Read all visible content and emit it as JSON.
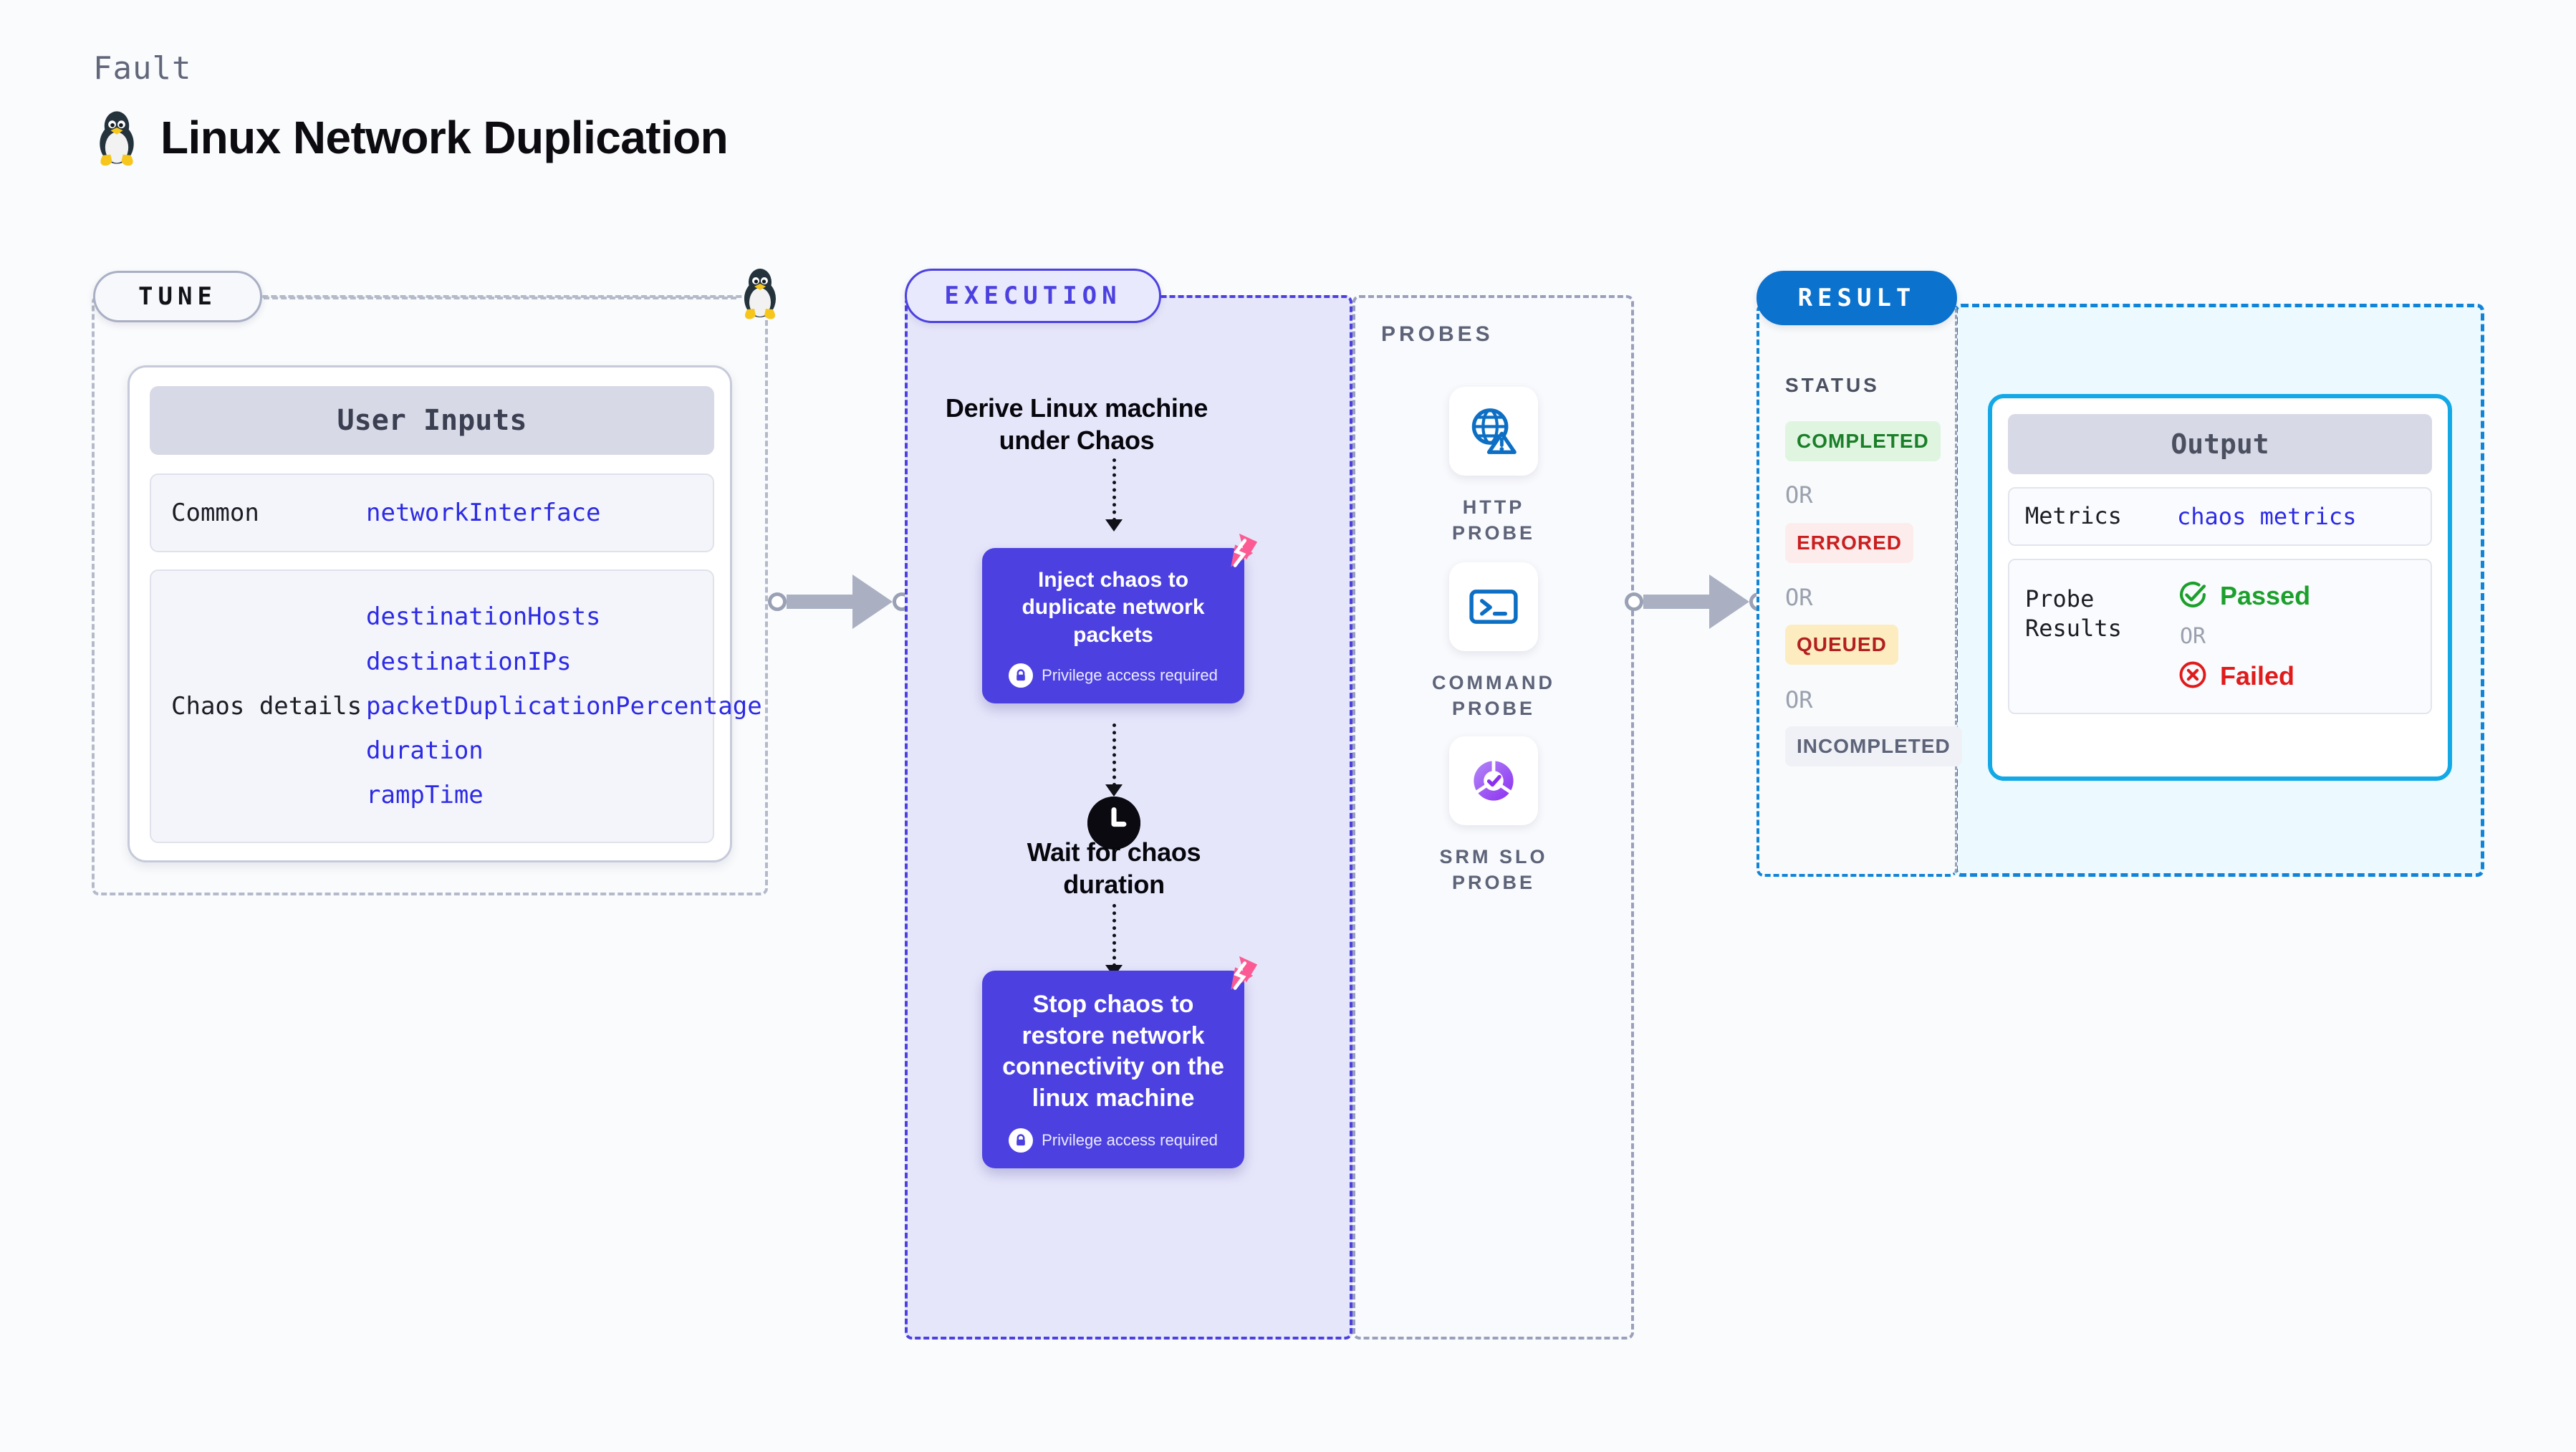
{
  "header": {
    "kicker": "Fault",
    "title": "Linux Network Duplication",
    "icon": "linux-tux-icon"
  },
  "tune": {
    "badge": "TUNE",
    "corner_icon": "linux-tux-icon",
    "card_header": "User Inputs",
    "rows": [
      {
        "label": "Common",
        "values": [
          "networkInterface"
        ]
      },
      {
        "label": "Chaos details",
        "values": [
          "destinationHosts",
          "destinationIPs",
          "packetDuplicationPercentage",
          "duration",
          "rampTime"
        ]
      }
    ]
  },
  "execution": {
    "badge": "EXECUTION",
    "nodes": [
      {
        "type": "text",
        "text": "Derive Linux machine under Chaos"
      },
      {
        "type": "card",
        "text": "Inject chaos to duplicate network packets",
        "privilege": "Privilege access required",
        "badge_icon": "harness-logo-icon",
        "lock_icon": "lock-icon"
      },
      {
        "type": "clock",
        "icon": "clock-icon",
        "text": "Wait for chaos duration"
      },
      {
        "type": "card",
        "text": "Stop chaos to restore network connectivity on the linux machine",
        "privilege": "Privilege access required",
        "badge_icon": "harness-logo-icon",
        "lock_icon": "lock-icon"
      }
    ]
  },
  "probes": {
    "title": "PROBES",
    "items": [
      {
        "label": "HTTP PROBE",
        "icon": "globe-warning-icon"
      },
      {
        "label": "COMMAND PROBE",
        "icon": "terminal-icon"
      },
      {
        "label": "SRM SLO PROBE",
        "icon": "slo-donut-check-icon"
      }
    ]
  },
  "result": {
    "badge": "RESULT",
    "status_title": "STATUS",
    "or_label": "OR",
    "statuses": [
      {
        "label": "COMPLETED",
        "fg": "#1a7f28",
        "bg": "#dff5e0"
      },
      {
        "label": "ERRORED",
        "fg": "#c91f1f",
        "bg": "#fdecec"
      },
      {
        "label": "QUEUED",
        "fg": "#b21f1f",
        "bg": "#fdecc0"
      },
      {
        "label": "INCOMPLETED",
        "fg": "#5d6378",
        "bg": "#eff1f6"
      }
    ],
    "output": {
      "header": "Output",
      "metrics_label": "Metrics",
      "metrics_value": "chaos metrics",
      "probe_label": "Probe Results",
      "passed": {
        "text": "Passed",
        "color": "#1ca02c",
        "icon": "check-circle-icon"
      },
      "or_label": "OR",
      "failed": {
        "text": "Failed",
        "color": "#e01b1b",
        "icon": "x-circle-icon"
      }
    }
  },
  "colors": {
    "background": "#fafbfd",
    "purple": "#4c41e0",
    "purple_fill": "#e6e6fb",
    "blue": "#0b72ce",
    "cyan": "#13a8e6",
    "cyan_fill": "#ecfaff",
    "pink": "#fb5b92",
    "mono_value": "#2d2be4",
    "connector": "#aab0c2"
  }
}
